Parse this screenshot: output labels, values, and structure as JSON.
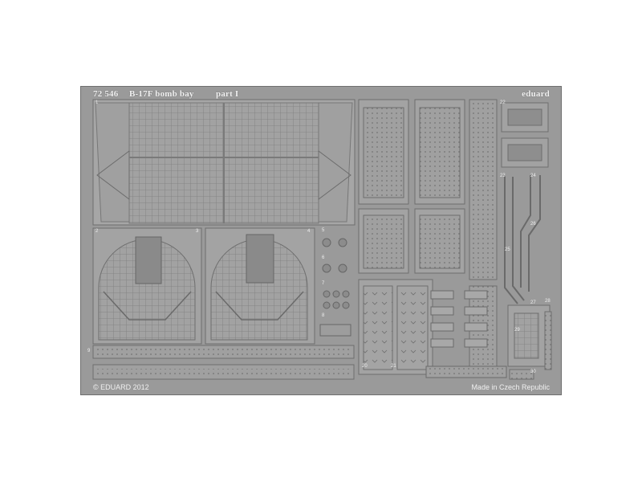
{
  "fret": {
    "catalog_number": "72 546",
    "title": "B-17F bomb bay",
    "part": "part I",
    "brand": "eduard",
    "copyright": "© EDUARD 2012",
    "origin": "Made in Czech Republic",
    "part_numbers": [
      "1",
      "2",
      "3",
      "4",
      "5",
      "6",
      "7",
      "8",
      "9",
      "20",
      "21",
      "22",
      "23",
      "24",
      "25",
      "26",
      "27",
      "28",
      "29",
      "30"
    ]
  },
  "colors": {
    "metal": "#9a9a9a",
    "etch_light": "#c4c4c4",
    "etch_dark": "#6a6a6a"
  }
}
